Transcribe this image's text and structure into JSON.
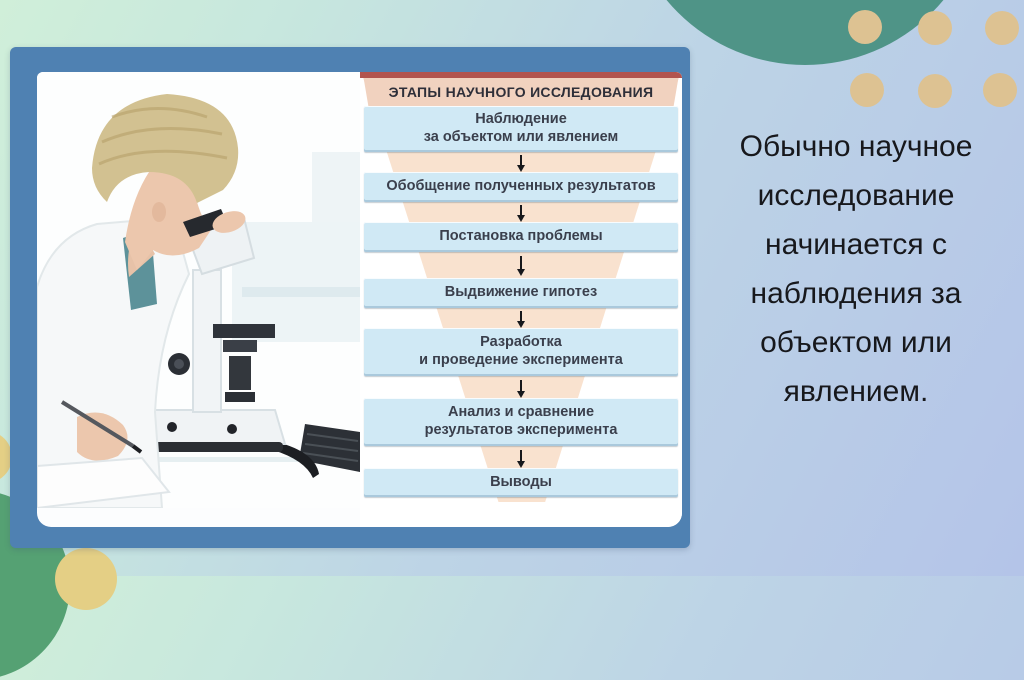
{
  "slide": {
    "caption": {
      "text": "Обычно научное исследование начинается с наблюдения за объектом или явлением.",
      "lines": [
        "Обычно научное",
        "исследование",
        "начинается с",
        "наблюдения за",
        "объектом или",
        "явлением."
      ]
    },
    "figure": {
      "title": "ЭТАПЫ НАУЧНОГО ИССЛЕДОВАНИЯ",
      "steps": [
        {
          "line1": "Наблюдение",
          "line2": "за объектом или явлением"
        },
        {
          "line1": "Обобщение полученных результатов"
        },
        {
          "line1": "Постановка проблемы"
        },
        {
          "line1": "Выдвижение гипотез"
        },
        {
          "line1": "Разработка",
          "line2": "и проведение эксперимента"
        },
        {
          "line1": "Анализ и сравнение",
          "line2": "результатов эксперимента"
        },
        {
          "line1": "Выводы"
        }
      ]
    },
    "colors": {
      "background_mint": "#d0efd9",
      "background_periwinkle": "#b4c4e8",
      "panel_frame_blue": "#4f81b2",
      "step_box_blue": "#d0e9f5",
      "funnel_peach": "#f9e2cf",
      "title_band_salmon": "#f1d2bf",
      "red_strip": "#b2544e",
      "teal_circle": "#4f9487",
      "tan_dot": "#ddc292",
      "green_circle": "#55a173",
      "khaki_circle": "#e4cf85",
      "step_text": "#3a3f4c",
      "caption_text": "#17181c"
    }
  }
}
